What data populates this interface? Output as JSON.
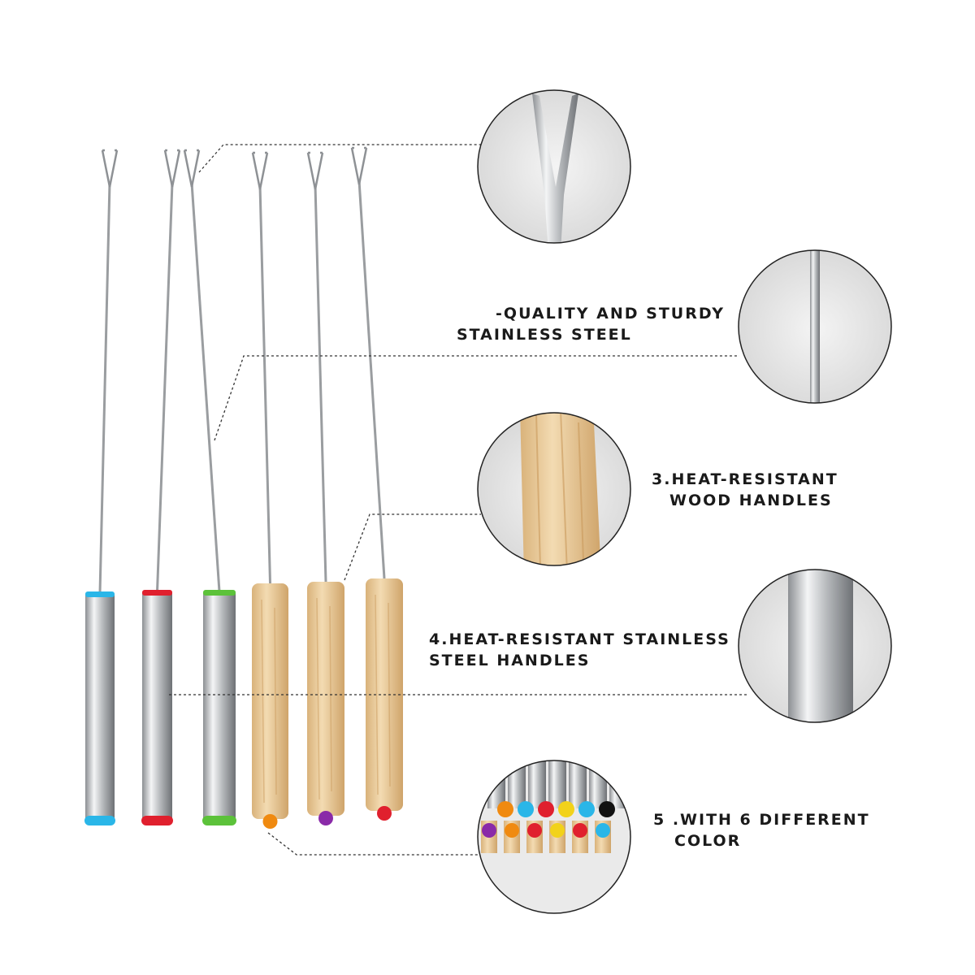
{
  "features": [
    {
      "line1": "-QUALITY AND STURDY",
      "line2": "STAINLESS STEEL"
    },
    {
      "line1": "3.HEAT-RESISTANT",
      "line2": "WOOD HANDLES"
    },
    {
      "line1": "4.HEAT-RESISTANT STAINLESS",
      "line2": "STEEL HANDLES"
    },
    {
      "line1": "5 .WITH 6 DIFFERENT",
      "line2": "COLOR"
    }
  ],
  "forks": [
    {
      "handle": "steel",
      "cap_color": "#2ab6e8"
    },
    {
      "handle": "steel",
      "cap_color": "#e0202e"
    },
    {
      "handle": "steel",
      "cap_color": "#5cc23a"
    },
    {
      "handle": "wood",
      "cap_color": "#f08a10"
    },
    {
      "handle": "wood",
      "cap_color": "#8a2aa8"
    },
    {
      "handle": "wood",
      "cap_color": "#e0202e"
    }
  ],
  "colors": {
    "steel": "#c9cbcd",
    "wood": "#e8c898",
    "text": "#1a1a1a"
  }
}
